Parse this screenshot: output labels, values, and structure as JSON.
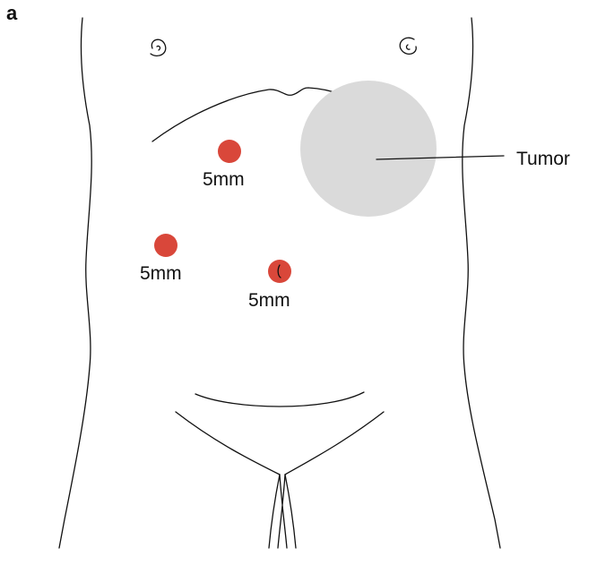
{
  "panel_label": "a",
  "colors": {
    "port": "#d9473a",
    "tumor": "#dadada",
    "line": "#111111"
  },
  "tumor_label": "Tumor",
  "ports": [
    {
      "label": "5mm"
    },
    {
      "label": "5mm"
    },
    {
      "label": "5mm"
    }
  ]
}
